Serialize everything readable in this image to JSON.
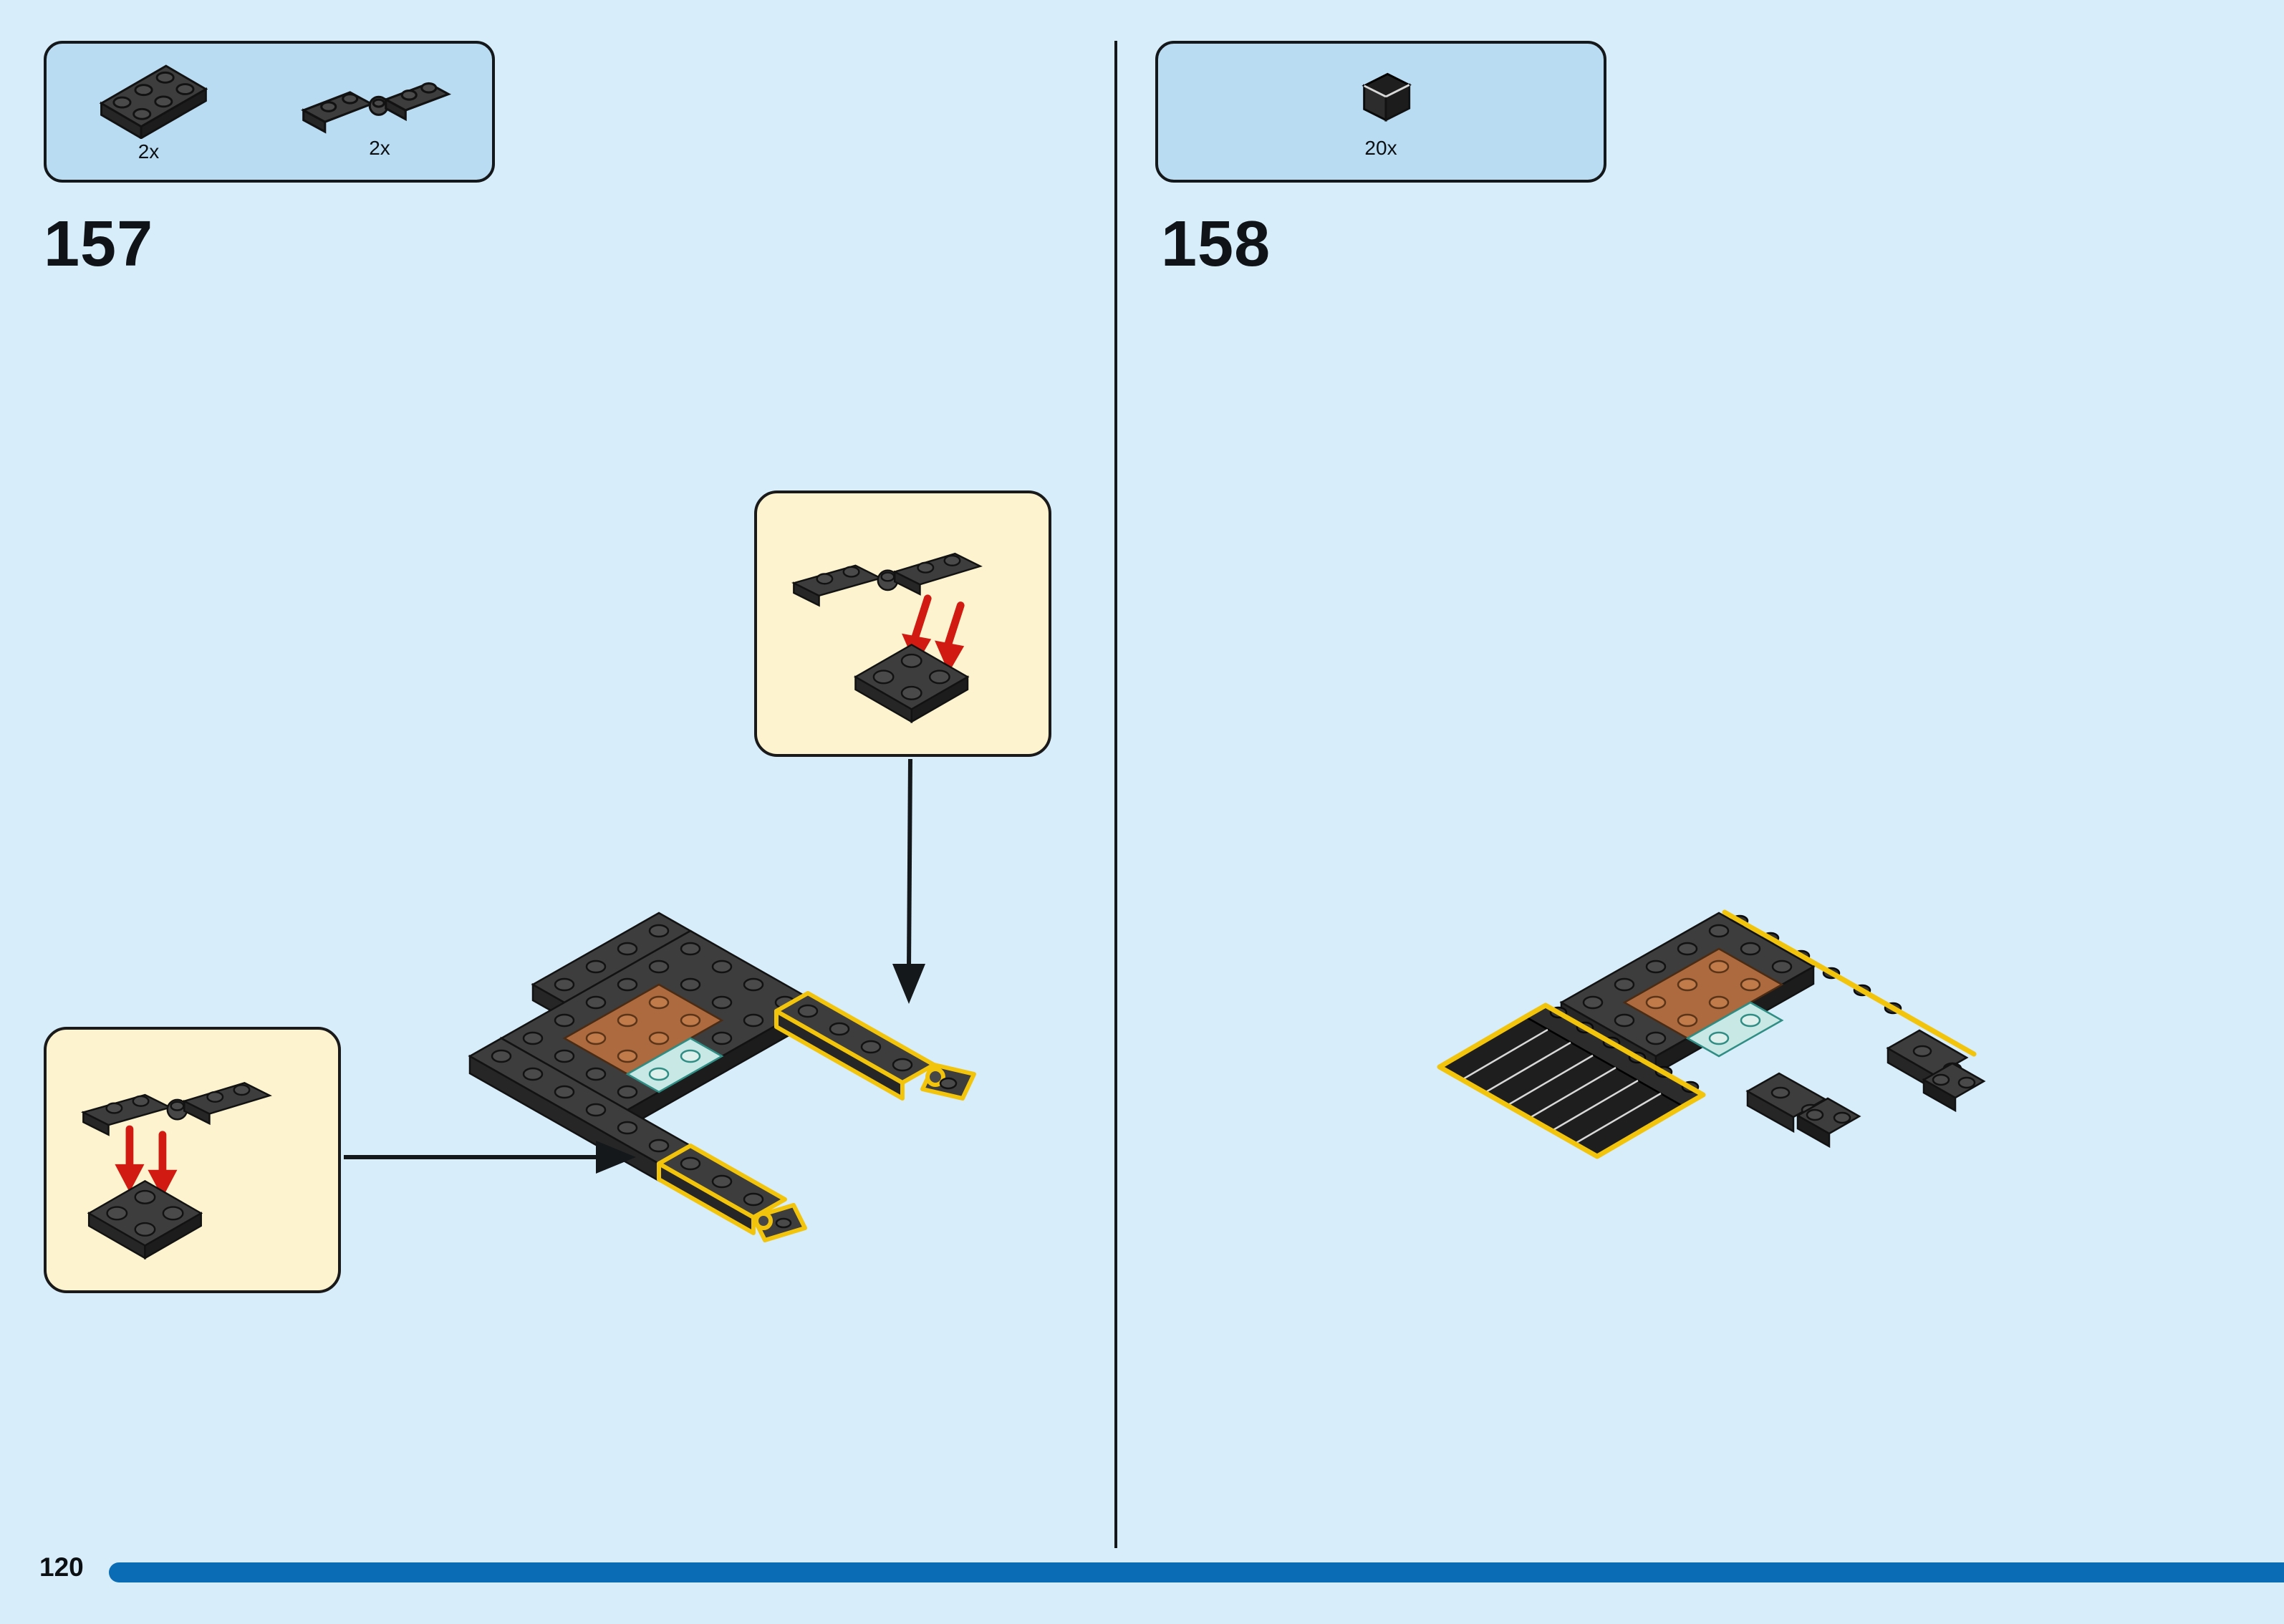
{
  "page": {
    "number": "120"
  },
  "colors": {
    "page_bg": "#d7edfa",
    "parts_box_bg": "#b9dcf2",
    "callout_bg": "#fdf3cf",
    "highlight_yellow": "#f2c40c",
    "brick_dark_gray": "#3d3d3d",
    "brick_black": "#1e1e1e",
    "brick_brown": "#ad6a3e",
    "brick_teal": "#c7e8e4",
    "arrow_red": "#d11a12",
    "progress_blue": "#0a6cb5"
  },
  "steps": {
    "left": {
      "number": "157",
      "parts": [
        {
          "id": "plate-2x3-dark-gray",
          "count": "2x"
        },
        {
          "id": "hinge-plate-assembly-dark-gray",
          "count": "2x"
        }
      ]
    },
    "right": {
      "number": "158",
      "parts": [
        {
          "id": "slope-1x2-black",
          "count": "20x"
        }
      ]
    }
  }
}
